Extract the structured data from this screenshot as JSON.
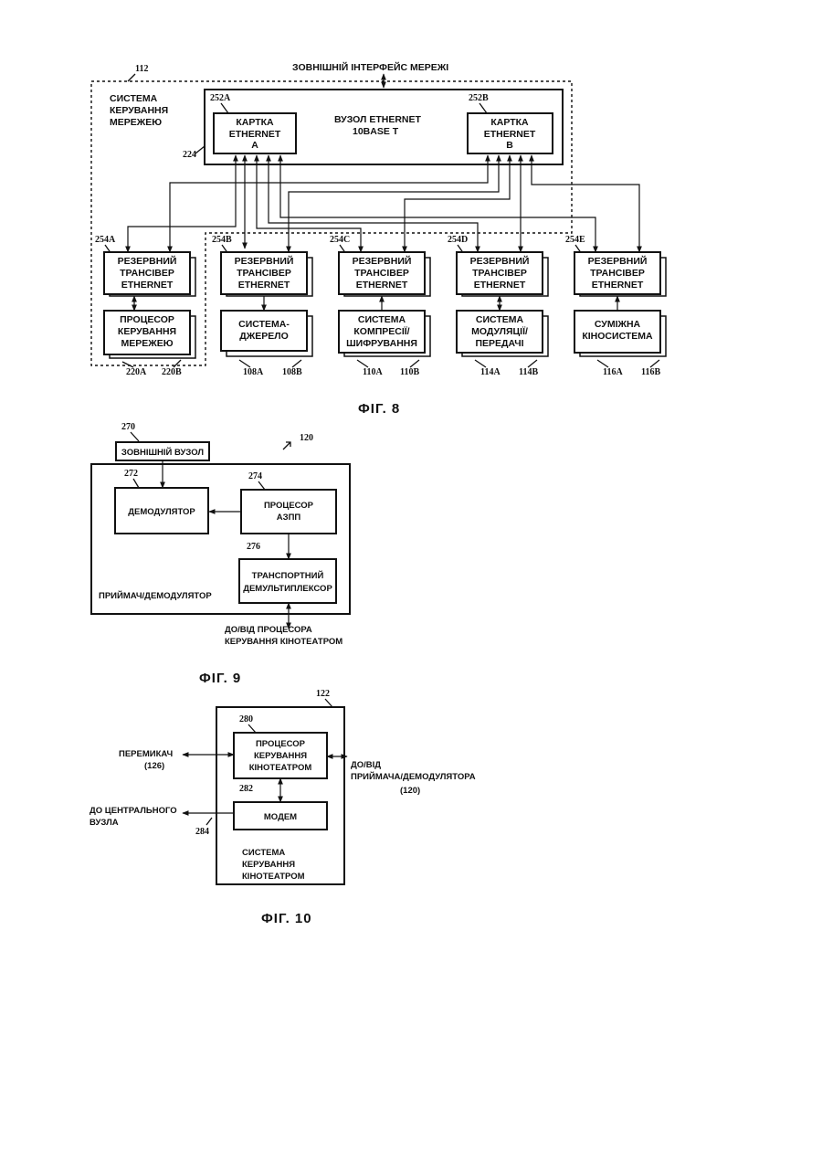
{
  "fig8": {
    "caption": "ФІГ. 8",
    "external_interface": "ЗОВНІШНІЙ ІНТЕРФЕЙС МЕРЕЖІ",
    "ref_112": "112",
    "nms_title": [
      "СИСТЕМА",
      "КЕРУВАННЯ",
      "МЕРЕЖЕЮ"
    ],
    "ethernet_node": [
      "ВУЗОЛ ETHERNET",
      "10BASE T"
    ],
    "ref_224": "224",
    "card_a": {
      "ref": "252A",
      "lines": [
        "КАРТКА",
        "ETHERNET",
        "A"
      ]
    },
    "card_b": {
      "ref": "252B",
      "lines": [
        "КАРТКА",
        "ETHERNET",
        "B"
      ]
    },
    "transceivers": [
      {
        "ref": "254A",
        "lines": [
          "РЕЗЕРВНИЙ",
          "ТРАНСІВЕР",
          "ETHERNET"
        ]
      },
      {
        "ref": "254B",
        "lines": [
          "РЕЗЕРВНИЙ",
          "ТРАНСІВЕР",
          "ETHERNET"
        ]
      },
      {
        "ref": "254C",
        "lines": [
          "РЕЗЕРВНИЙ",
          "ТРАНСІВЕР",
          "ETHERNET"
        ]
      },
      {
        "ref": "254D",
        "lines": [
          "РЕЗЕРВНИЙ",
          "ТРАНСІВЕР",
          "ETHERNET"
        ]
      },
      {
        "ref": "254E",
        "lines": [
          "РЕЗЕРВНИЙ",
          "ТРАНСІВЕР",
          "ETHERNET"
        ]
      }
    ],
    "systems": [
      {
        "lines": [
          "ПРОЦЕСОР",
          "КЕРУВАННЯ",
          "МЕРЕЖЕЮ"
        ],
        "ref_a": "220A",
        "ref_b": "220B"
      },
      {
        "lines": [
          "СИСТЕМА-",
          "ДЖЕРЕЛО"
        ],
        "ref_a": "108A",
        "ref_b": "108B"
      },
      {
        "lines": [
          "СИСТЕМА",
          "КОМПРЕСІЇ/",
          "ШИФРУВАННЯ"
        ],
        "ref_a": "110A",
        "ref_b": "110B"
      },
      {
        "lines": [
          "СИСТЕМА",
          "МОДУЛЯЦІЇ/",
          "ПЕРЕДАЧІ"
        ],
        "ref_a": "114A",
        "ref_b": "114B"
      },
      {
        "lines": [
          "СУМІЖНА",
          "КІНОСИСТЕМА"
        ],
        "ref_a": "116A",
        "ref_b": "116B"
      }
    ]
  },
  "fig9": {
    "caption": "ФІГ. 9",
    "ref_270": "270",
    "external_node": "ЗОВНІШНІЙ ВУЗОЛ",
    "ref_120": "120",
    "ref_272": "272",
    "demodulator": "ДЕМОДУЛЯТОР",
    "ref_274": "274",
    "fec_processor": [
      "ПРОЦЕСОР",
      "АЗПП"
    ],
    "ref_276": "276",
    "transport_demux": [
      "ТРАНСПОРТНИЙ",
      "ДЕМУЛЬТИПЛЕКСОР"
    ],
    "receiver_label": "ПРИЙМАЧ/ДЕМОДУЛЯТОР",
    "to_from_cinema": [
      "ДО/ВІД ПРОЦЕСОРА",
      "КЕРУВАННЯ КІНОТЕАТРОМ"
    ]
  },
  "fig10": {
    "caption": "ФІГ. 10",
    "ref_122": "122",
    "ref_280": "280",
    "cinema_processor": [
      "ПРОЦЕСОР",
      "КЕРУВАННЯ",
      "КІНОТЕАТРОМ"
    ],
    "ref_282": "282",
    "modem": "МОДЕМ",
    "switch": [
      "ПЕРЕМИКАЧ",
      "(126)"
    ],
    "to_from_receiver": [
      "ДО/ВІД",
      "ПРИЙМАЧА/ДЕМОДУЛЯТОРА",
      "(120)"
    ],
    "to_central": [
      "ДО ЦЕНТРАЛЬНОГО",
      "ВУЗЛА"
    ],
    "ref_284": "284",
    "system_label": [
      "СИСТЕМА",
      "КЕРУВАННЯ",
      "КІНОТЕАТРОМ"
    ]
  }
}
